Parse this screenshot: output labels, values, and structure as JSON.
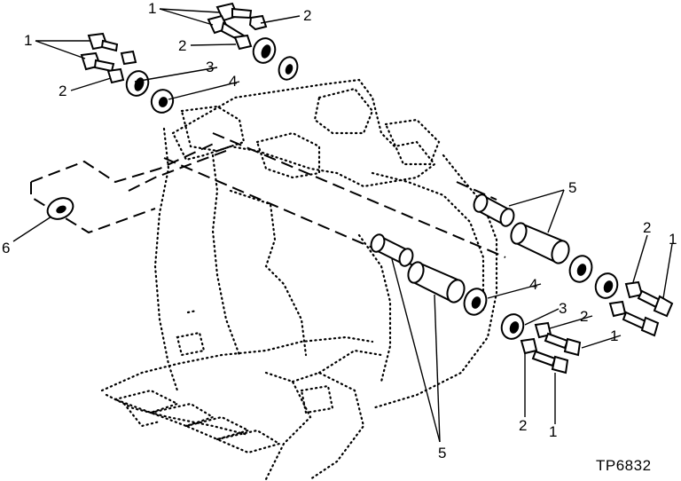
{
  "figure_id": "TP6832",
  "callouts": {
    "c1_top": "1",
    "c2_top": "2",
    "c1_left": "1",
    "c2_mid": "2",
    "c3_top": "3",
    "c2_left": "2",
    "c4_top": "4",
    "c5_right": "5",
    "c6": "6",
    "c2_right": "2",
    "c1_right": "1",
    "c4_right": "4",
    "c3_right": "3",
    "c2_right_mid": "2",
    "c1_right_mid": "1",
    "c2_bottom": "2",
    "c1_bottom": "1",
    "c5_bottom": "5"
  }
}
